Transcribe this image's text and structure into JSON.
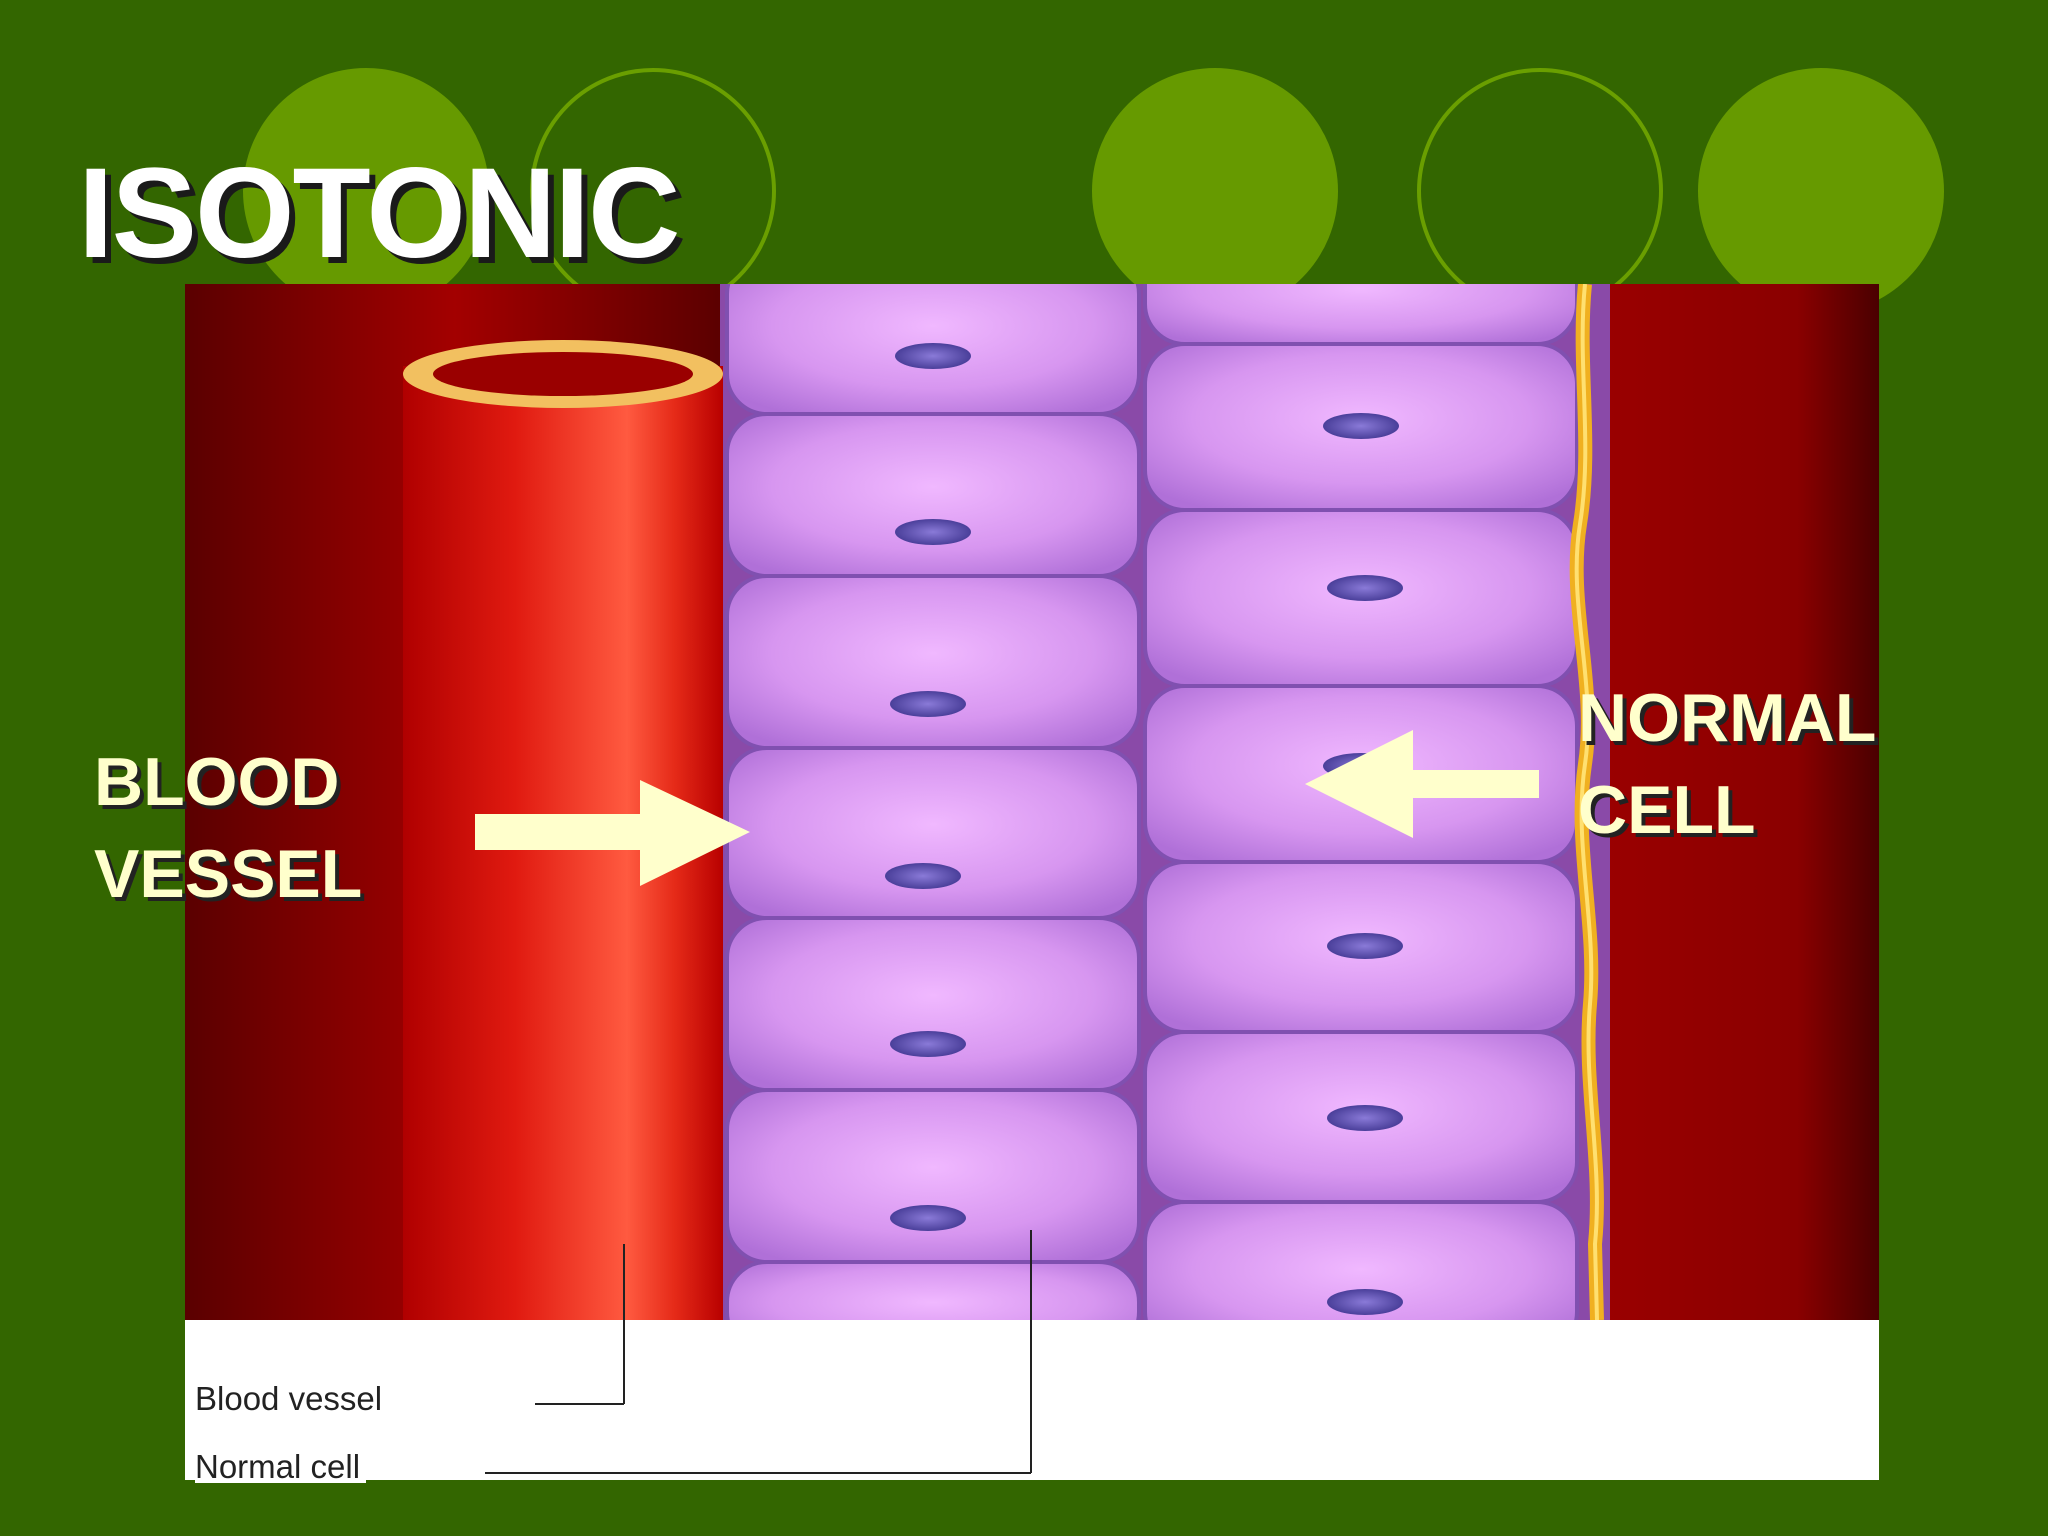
{
  "slide": {
    "title": "ISOTONIC",
    "callouts": {
      "blood_vessel": [
        "BLOOD",
        "VESSEL"
      ],
      "normal_cell": [
        "NORMAL",
        "CELL"
      ]
    }
  },
  "figure": {
    "labels": {
      "blood_vessel": "Blood vessel",
      "normal_cell": "Normal cell"
    }
  },
  "colors": {
    "background": "#336600",
    "circle_fill": "#669a00",
    "tissue": "#8b0000",
    "vessel": "#e01a10",
    "cell": "#cc88ee",
    "nucleus": "#6a5fb5",
    "arrow": "#ffffcc",
    "membrane": "#f0b020"
  }
}
